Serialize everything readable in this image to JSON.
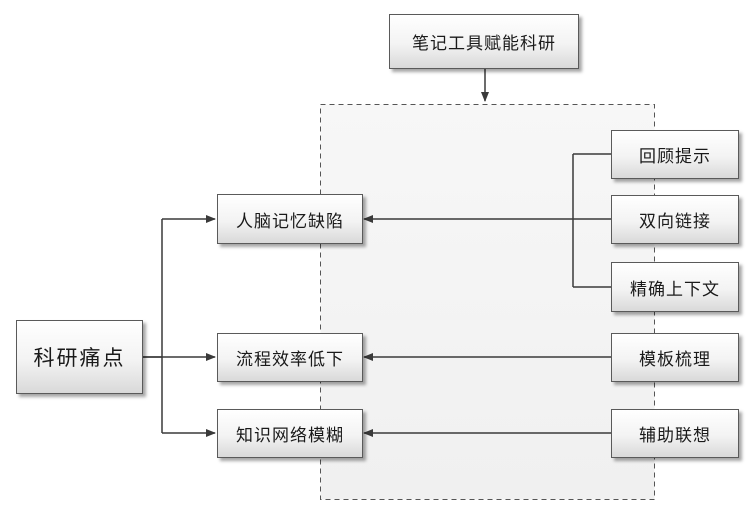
{
  "diagram": {
    "top": "笔记工具赋能科研",
    "root": "科研痛点",
    "pains": {
      "memory": "人脑记忆缺陷",
      "efficiency": "流程效率低下",
      "knowledge": "知识网络模糊"
    },
    "tools": {
      "review": "回顾提示",
      "bilink": "双向链接",
      "context": "精确上下文",
      "template": "模板梳理",
      "assoc": "辅助联想"
    }
  },
  "colors": {
    "border": "#5a5a5a",
    "line": "#3a3a3a",
    "dashed_border": "#555555",
    "panel_fill": "#f4f4f4"
  }
}
